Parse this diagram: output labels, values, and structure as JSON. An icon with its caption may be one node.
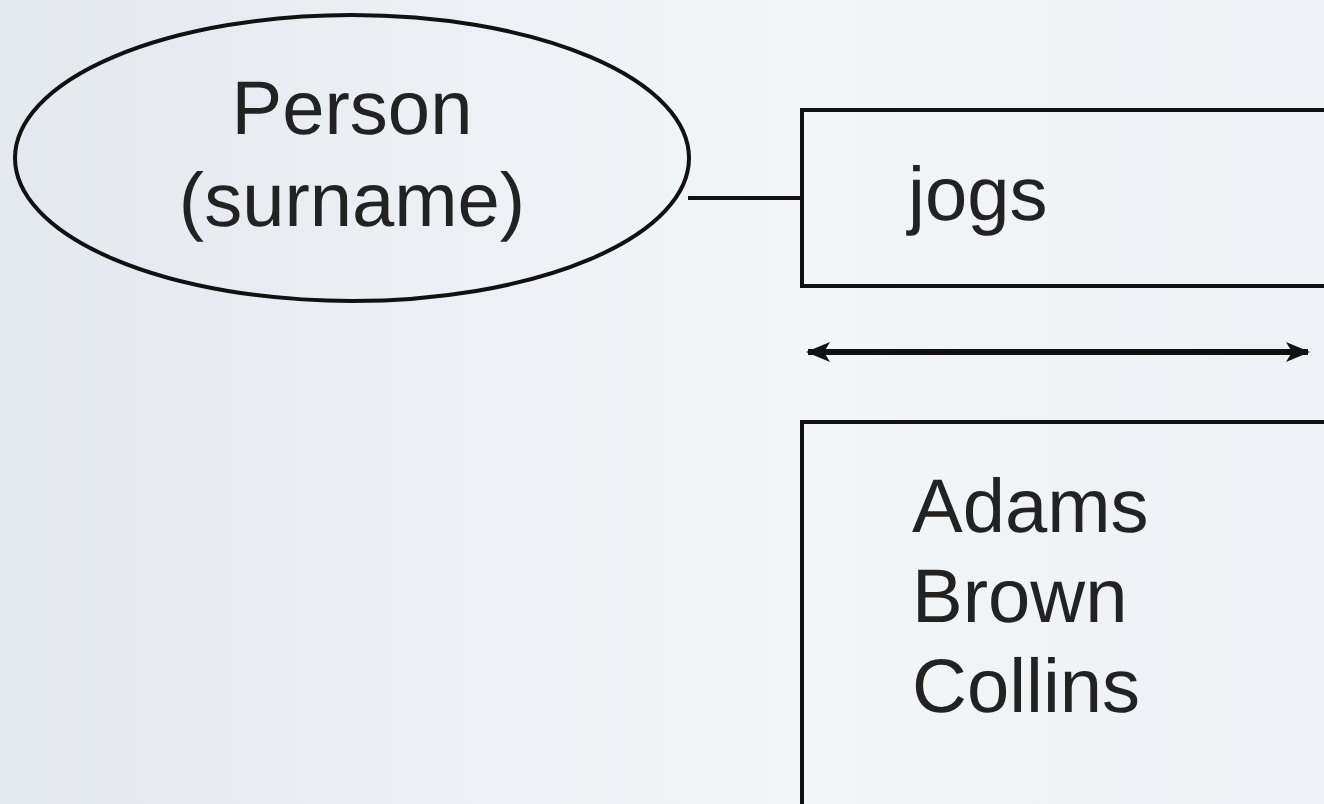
{
  "diagram": {
    "nodes": [
      {
        "text": [
          "Person (surname)"
        ]
      },
      {
        "text": [
          "jogs"
        ]
      },
      {
        "text": [
          "Adams Brown Collins"
        ]
      }
    ],
    "edges": [
      {
        "from": 0,
        "to": 1,
        "arrow": "none"
      }
    ]
  }
}
